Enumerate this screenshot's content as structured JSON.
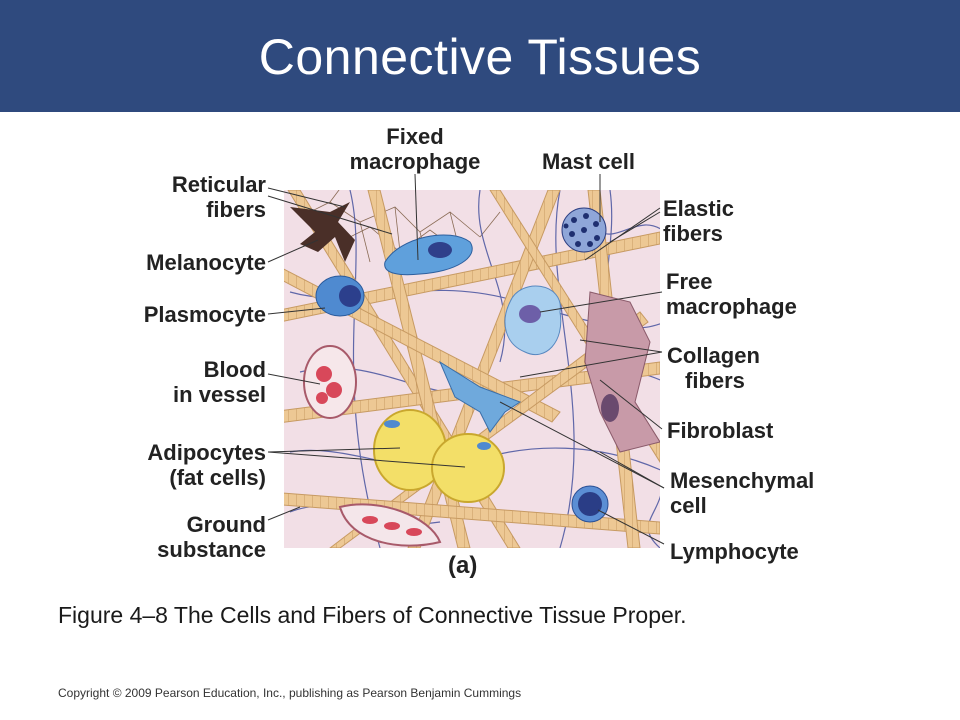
{
  "slide": {
    "title": "Connective Tissues",
    "panel_label": "(a)",
    "caption": "Figure 4–8 The Cells and Fibers of Connective Tissue Proper.",
    "copyright": "Copyright © 2009 Pearson Education, Inc., publishing as Pearson Benjamin Cummings"
  },
  "labels": {
    "fixed_macrophage": [
      "Fixed",
      "macrophage"
    ],
    "mast_cell": [
      "Mast cell"
    ],
    "reticular_fibers": [
      "Reticular",
      "fibers"
    ],
    "elastic_fibers": [
      "Elastic",
      "fibers"
    ],
    "melanocyte": [
      "Melanocyte"
    ],
    "free_macrophage": [
      "Free",
      "macrophage"
    ],
    "plasmocyte": [
      "Plasmocyte"
    ],
    "collagen_fibers": [
      "Collagen",
      "fibers"
    ],
    "blood_in_vessel": [
      "Blood",
      "in vessel"
    ],
    "fibroblast": [
      "Fibroblast"
    ],
    "adipocytes": [
      "Adipocytes",
      "(fat cells)"
    ],
    "mesenchymal_cell": [
      "Mesenchymal",
      "cell"
    ],
    "ground_substance": [
      "Ground",
      "substance"
    ],
    "lymphocyte": [
      "Lymphocyte"
    ]
  },
  "colors": {
    "header_bg": "#2f4a7e",
    "tissue_bg": "#f2dfe6",
    "collagen": "#e8c08a",
    "elastic": "#3c4a9a",
    "cell_blue": "#4f8ad0",
    "fat_yellow": "#f3df68"
  }
}
